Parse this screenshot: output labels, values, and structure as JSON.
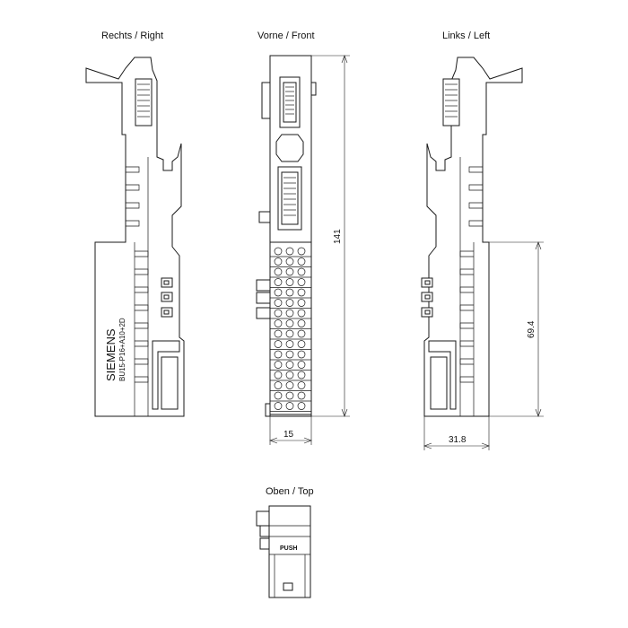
{
  "views": {
    "right": "Rechts / Right",
    "front": "Vorne / Front",
    "left": "Links / Left",
    "top": "Oben / Top"
  },
  "dimensions": {
    "front_height": "141",
    "front_width": "15",
    "left_height": "69.4",
    "left_width": "31.8"
  },
  "markings": {
    "brand": "SIEMENS",
    "model": "BU15-P16+A10+2D",
    "push": "PUSH"
  }
}
